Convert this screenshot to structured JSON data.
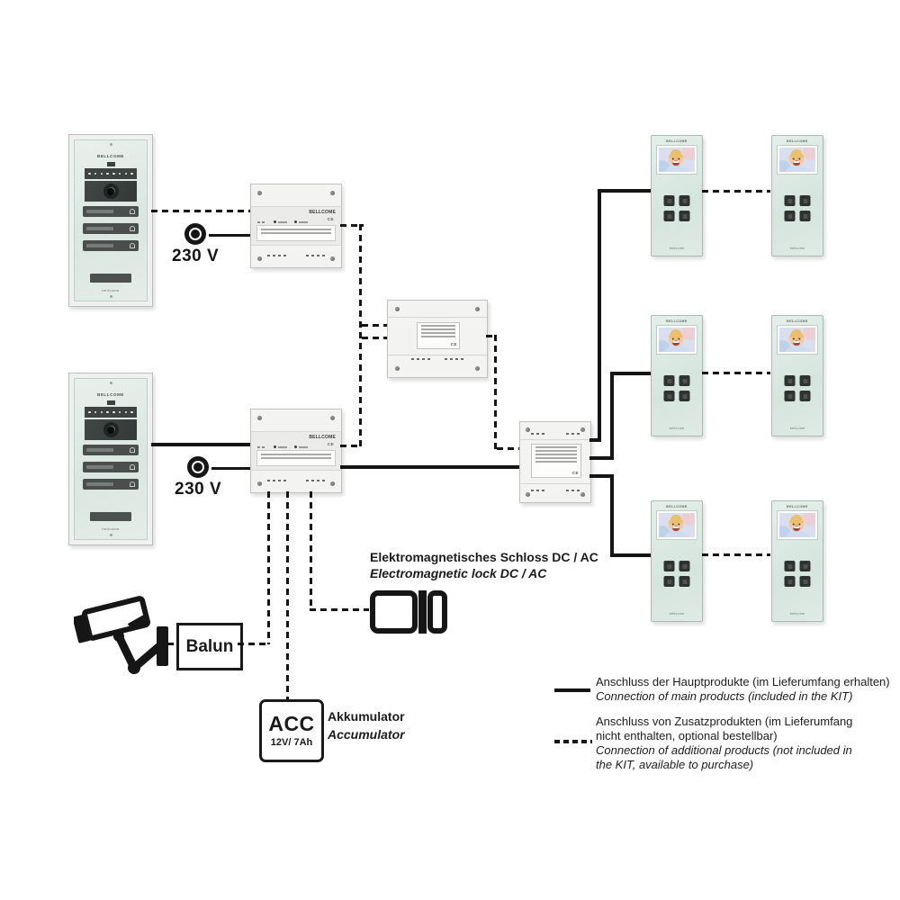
{
  "brand": {
    "logo": "BELLCOME",
    "wordmark": "bellcome"
  },
  "labels": {
    "mains_voltage": "230 V",
    "ce": "CE",
    "balun": "Balun",
    "acc_title": "ACC",
    "acc_rating": "12V/ 7Ah",
    "accumulator_de": "Akkumulator",
    "accumulator_en": "Accumulator",
    "lock_de": "Elektromagnetisches Schloss DC / AC",
    "lock_en": "Electromagnetic lock DC / AC"
  },
  "legend": {
    "main_de": "Anschluss der Hauptprodukte (im Lieferumfang erhalten)",
    "main_en": "Connection of main products (included in the KIT)",
    "additional_de_1": "Anschluss von Zusatzprodukten (im Lieferumfang",
    "additional_de_2": "nicht enthalten, optional bestellbar)",
    "additional_en_1": "Connection of additional products (not included in",
    "additional_en_2": "the KIT, available to purchase)"
  },
  "colors": {
    "wire": "#151515",
    "monitor_glass": "#d9e8e2",
    "module_body": "#f3f3f1",
    "panel_dark": "#3f4443"
  }
}
